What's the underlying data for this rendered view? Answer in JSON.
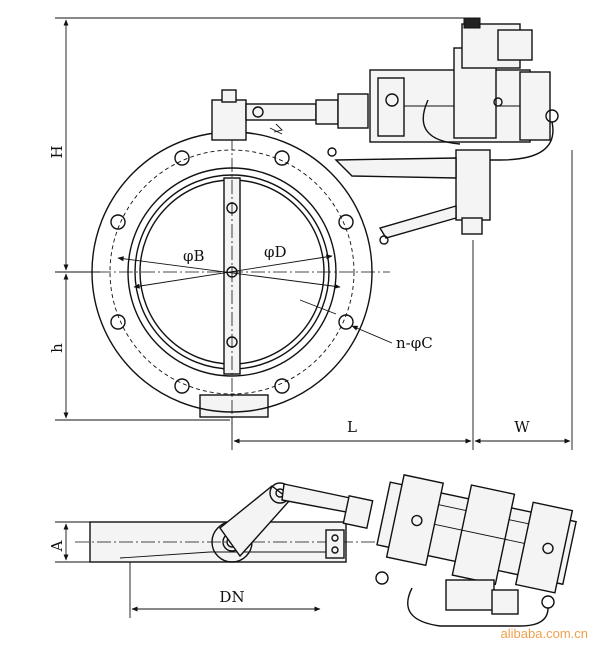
{
  "labels": {
    "H": "H",
    "h": "h",
    "L": "L",
    "W": "W",
    "A": "A",
    "DN": "DN",
    "phiB": "φB",
    "phiD": "φD",
    "nphiC": "n-φC"
  },
  "watermark": "alibaba.com.cn"
}
